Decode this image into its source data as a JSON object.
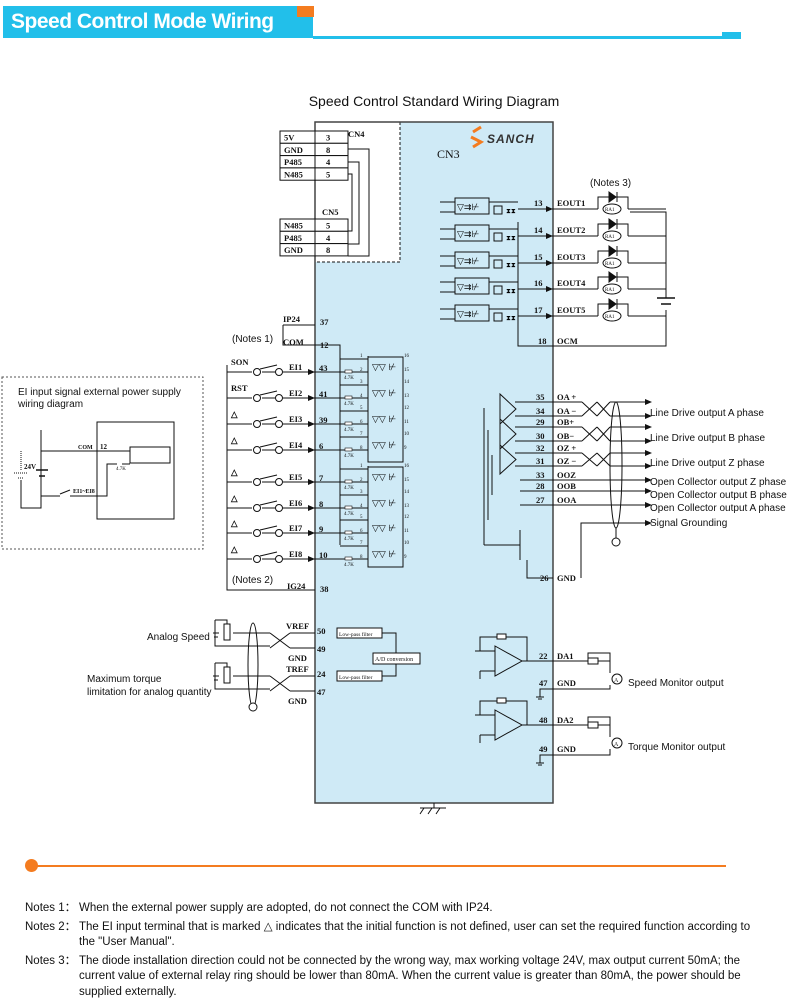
{
  "header": {
    "title": "Speed Control Mode Wiring"
  },
  "colors": {
    "header_blue": "#22bfea",
    "accent_orange": "#f47c20",
    "driver_fill": "#cfeaf6"
  },
  "diagram": {
    "title": "Speed Control Standard Wiring Diagram",
    "brand": "SANCH",
    "cn3": "CN3",
    "cn4": {
      "label": "CN4",
      "rows": [
        {
          "sig": "5V",
          "pin": "3"
        },
        {
          "sig": "GND",
          "pin": "8"
        },
        {
          "sig": "P485",
          "pin": "4"
        },
        {
          "sig": "N485",
          "pin": "5"
        }
      ]
    },
    "cn5": {
      "label": "CN5",
      "rows": [
        {
          "sig": "N485",
          "pin": "5"
        },
        {
          "sig": "P485",
          "pin": "4"
        },
        {
          "sig": "GND",
          "pin": "8"
        }
      ]
    },
    "power": {
      "ip24": "IP24",
      "ip24_pin": "37",
      "com": "COM",
      "com_pin": "12",
      "notes1": "(Notes 1)",
      "ig24": "IG24",
      "ig24_pin": "38",
      "notes2": "(Notes 2)"
    },
    "inputs": [
      {
        "func": "SON",
        "sig": "EI1",
        "pin": "43"
      },
      {
        "func": "RST",
        "sig": "EI2",
        "pin": "41"
      },
      {
        "func": "△",
        "sig": "EI3",
        "pin": "39"
      },
      {
        "func": "△",
        "sig": "EI4",
        "pin": "6"
      },
      {
        "func": "△",
        "sig": "EI5",
        "pin": "7"
      },
      {
        "func": "△",
        "sig": "EI6",
        "pin": "8"
      },
      {
        "func": "△",
        "sig": "EI7",
        "pin": "9"
      },
      {
        "func": "△",
        "sig": "EI8",
        "pin": "10"
      }
    ],
    "opto_pins": [
      "1",
      "2",
      "3",
      "4",
      "5",
      "6",
      "7",
      "8"
    ],
    "opto_out_pins": [
      "16",
      "15",
      "14",
      "13",
      "12",
      "11",
      "10",
      "9"
    ],
    "resistor": "4.7K",
    "outputs": {
      "notes3": "(Notes 3)",
      "relay": "RA1",
      "items": [
        {
          "pin": "13",
          "sig": "EOUT1"
        },
        {
          "pin": "14",
          "sig": "EOUT2"
        },
        {
          "pin": "15",
          "sig": "EOUT3"
        },
        {
          "pin": "16",
          "sig": "EOUT4"
        },
        {
          "pin": "17",
          "sig": "EOUT5"
        }
      ],
      "ocm_pin": "18",
      "ocm": "OCM"
    },
    "encoder": {
      "pins": [
        {
          "pin": "35",
          "sig": "OA +"
        },
        {
          "pin": "34",
          "sig": "OA −"
        },
        {
          "pin": "29",
          "sig": "OB+"
        },
        {
          "pin": "30",
          "sig": "OB−"
        },
        {
          "pin": "32",
          "sig": "OZ +"
        },
        {
          "pin": "31",
          "sig": "OZ −"
        },
        {
          "pin": "33",
          "sig": "OOZ"
        },
        {
          "pin": "28",
          "sig": "OOB"
        },
        {
          "pin": "27",
          "sig": "OOA"
        }
      ],
      "gnd_pin": "26",
      "gnd": "GND",
      "labels": [
        "Line Drive output A phase",
        "Line Drive output B phase",
        "Line Drive output Z phase",
        "Open Collector output Z phase",
        "Open Collector output B phase",
        "Open Collector output A phase",
        "Signal Grounding"
      ]
    },
    "analog_in": {
      "speed_label": "Analog Speed",
      "torque_label_1": "Maximum torque",
      "torque_label_2": "limitation for analog quantity",
      "vref": "VREF",
      "vref_pin": "50",
      "gnd1": "GND",
      "gnd1_pin": "49",
      "tref": "TREF",
      "tref_pin": "24",
      "gnd2": "GND",
      "gnd2_pin": "47",
      "lpf": "Low-pass filter",
      "adc": "A/D conversion"
    },
    "analog_out": {
      "da1_pin": "22",
      "da1": "DA1",
      "gnd1_pin": "47",
      "gnd1": "GND",
      "speed_label": "Speed Monitor output",
      "da2_pin": "48",
      "da2": "DA2",
      "gnd2_pin": "49",
      "gnd2": "GND",
      "torque_label": "Torque Monitor output",
      "meter": "A"
    },
    "ext_power": {
      "title_1": "EI input signal external power supply",
      "title_2": "wiring diagram",
      "com": "COM",
      "pin": "12",
      "v": "24V",
      "ei": "EI1~EI8",
      "r": "4.7K"
    }
  },
  "notes": [
    {
      "key": "Notes 1：",
      "text": "When the external power supply are adopted, do not connect the COM with IP24."
    },
    {
      "key": "Notes 2：",
      "text": "The EI input terminal that is marked △ indicates that the initial function is not defined, user can set the required function according to the  \"User Manual\"."
    },
    {
      "key": "Notes 3：",
      "text": "The diode installation direction could not be connected by the wrong way, max working voltage 24V, max output current 50mA; the current value of external relay ring should be lower than 80mA. When the current value is greater than 80mA, the power should be supplied externally."
    }
  ]
}
